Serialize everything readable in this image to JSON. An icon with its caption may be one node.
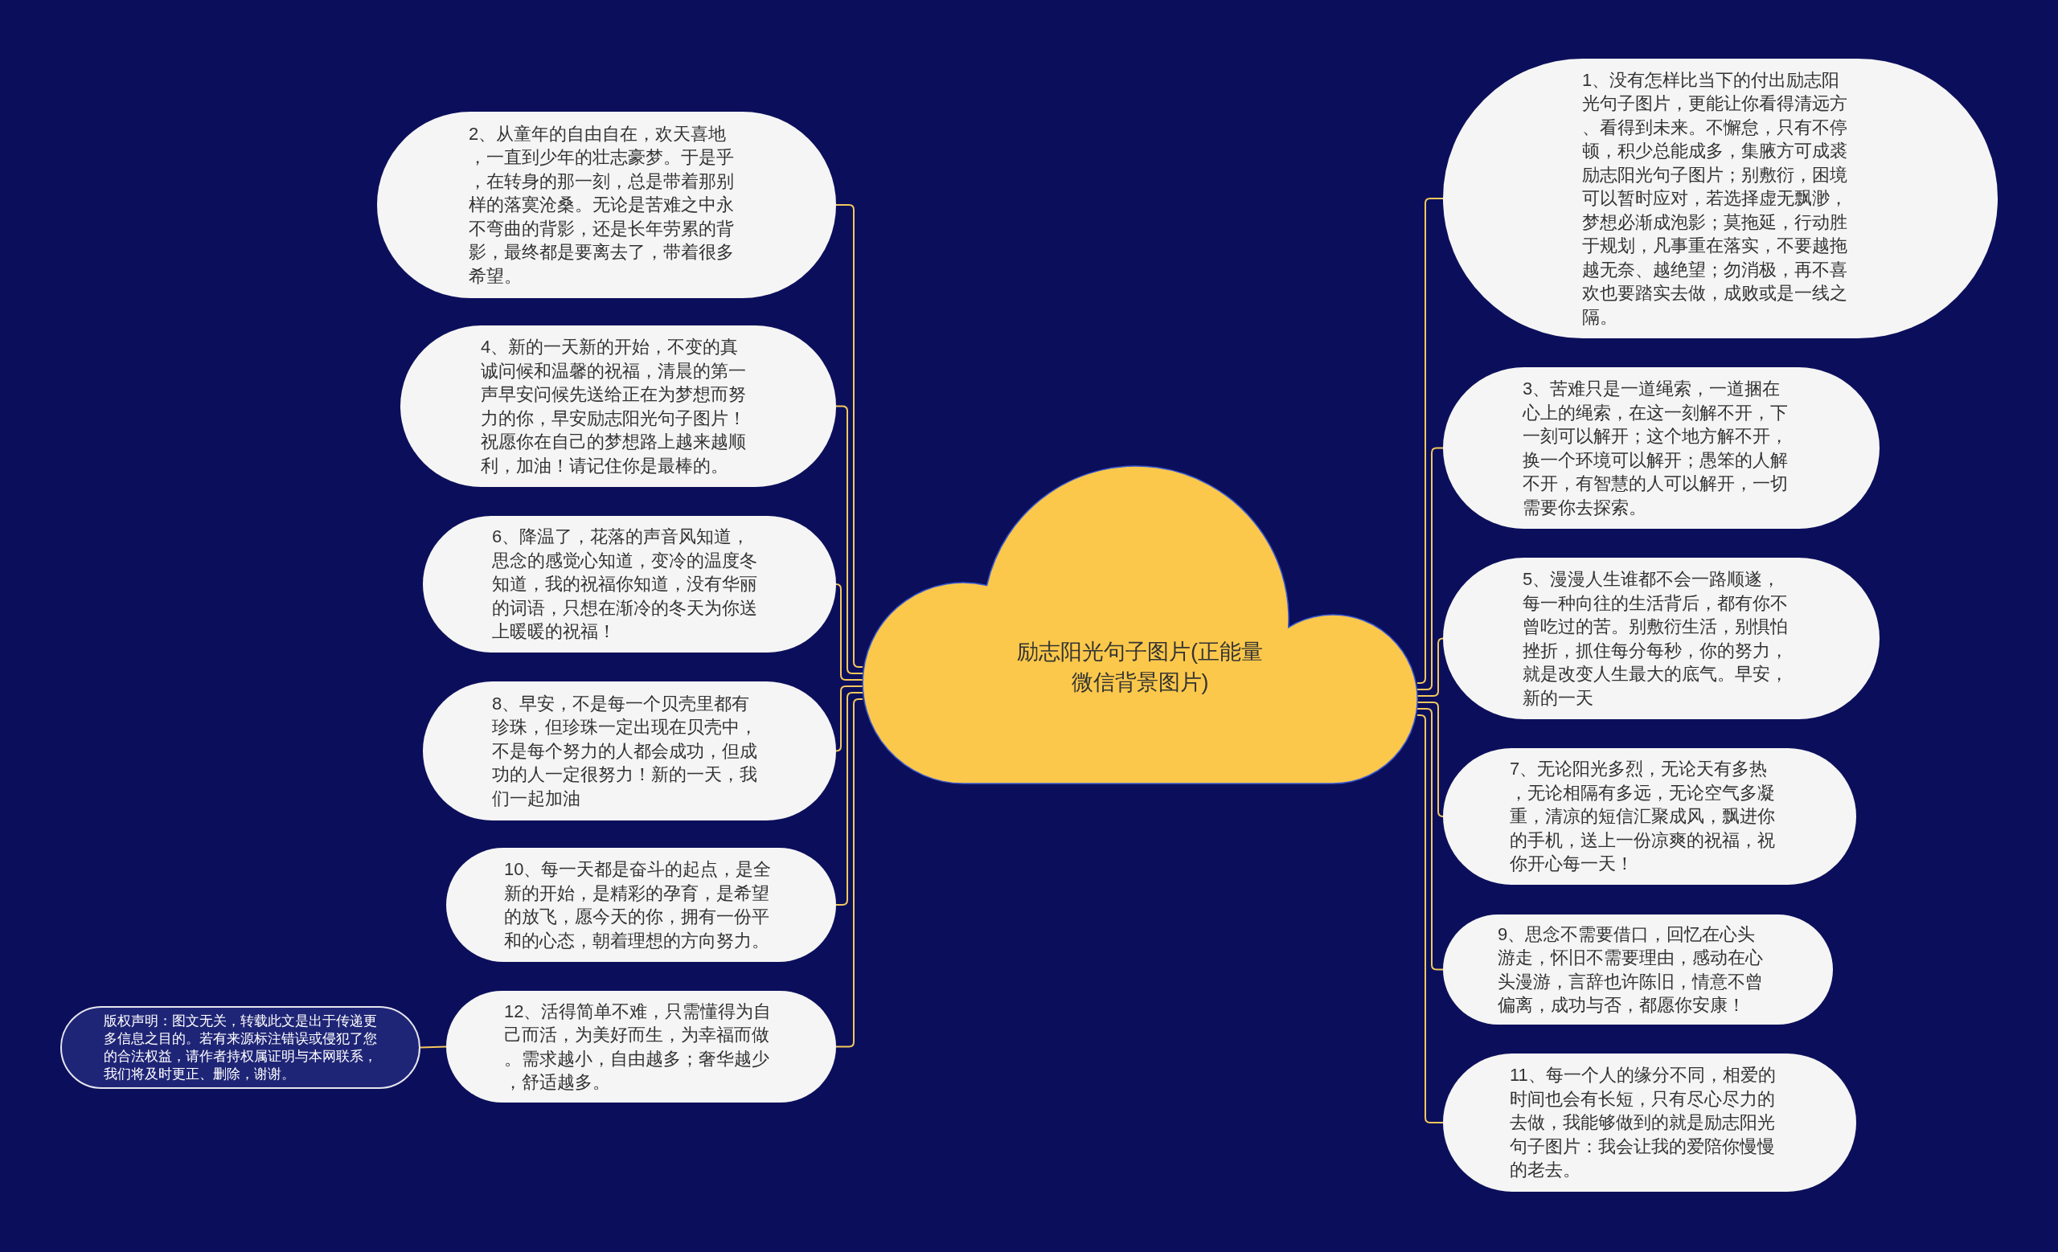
{
  "diagram": {
    "nodes": [
      {
        "text": [
          "励志阳光句子图片(正能量微信背景图片)"
        ]
      },
      {
        "text": [
          "1、没有怎样比当下的付出励志阳光句子图片，更能让你看得清远方、看得到未来。不懈怠，只有不停顿，积少总能成多，集腋方可成裘励志阳光句子图片；别敷衍，困境可以暂时应对，若选择虚无飘渺，梦想必渐成泡影；莫拖延，行动胜于规划，凡事重在落实，不要越拖越无奈、越绝望；勿消极，再不喜欢也要踏实去做，成败或是一线之隔。"
        ]
      },
      {
        "text": [
          "2、从童年的自由自在，欢天喜地，一直到少年的壮志豪梦。于是乎，在转身的那一刻，总是带着那别样的落寞沧桑。无论是苦难之中永不弯曲的背影，还是长年劳累的背影，最终都是要离去了，带着很多希望。"
        ]
      },
      {
        "text": [
          "3、苦难只是一道绳索，一道捆在心上的绳索，在这一刻解不开，下一刻可以解开；这个地方解不开，换一个环境可以解开；愚笨的人解不开，有智慧的人可以解开，一切需要你去探索。"
        ]
      },
      {
        "text": [
          "4、新的一天新的开始，不变的真诚问候和温馨的祝福，清晨的第一声早安问候先送给正在为梦想而努力的你，早安励志阳光句子图片！祝愿你在自己的梦想路上越来越顺利，加油！请记住你是最棒的。"
        ]
      },
      {
        "text": [
          "5、漫漫人生谁都不会一路顺遂，每一种向往的生活背后，都有你不曾吃过的苦。别敷衍生活，别惧怕挫折，抓住每分每秒，你的努力，就是改变人生最大的底气。早安，新的一天"
        ]
      },
      {
        "text": [
          "6、降温了，花落的声音风知道，思念的感觉心知道，变冷的温度冬知道，我的祝福你知道，没有华丽的词语，只想在渐冷的冬天为你送上暖暖的祝福！"
        ]
      },
      {
        "text": [
          "7、无论阳光多烈，无论天有多热，无论相隔有多远，无论空气多凝重，清凉的短信汇聚成风，飘进你的手机，送上一份凉爽的祝福，祝你开心每一天！"
        ]
      },
      {
        "text": [
          "8、早安，不是每一个贝壳里都有珍珠，但珍珠一定出现在贝壳中，不是每个努力的人都会成功，但成功的人一定很努力！新的一天，我们一起加油"
        ]
      },
      {
        "text": [
          "9、思念不需要借口，回忆在心头游走，怀旧不需要理由，感动在心头漫游，言辞也许陈旧，情意不曾偏离，成功与否，都愿你安康！"
        ]
      },
      {
        "text": [
          "10、每一天都是奋斗的起点，是全新的开始，是精彩的孕育，是希望的放飞，愿今天的你，拥有一份平和的心态，朝着理想的方向努力。"
        ]
      },
      {
        "text": [
          "11、每一个人的缘分不同，相爱的时间也会有长短，只有尽心尽力的去做，我能够做到的就是励志阳光句子图片：我会让我的爱陪你慢慢的老去。"
        ]
      },
      {
        "text": [
          "12、活得简单不难，只需懂得为自己而活，为美好而生，为幸福而做。需求越小，自由越多；奢华越少，舒适越多。"
        ]
      },
      {
        "text": [
          "版权声明：图文无关，转载此文是出于传递更多信息之目的。若有来源标注错误或侵犯了您的合法权益，请作者持权属证明与本网联系，我们将及时更正、删除，谢谢。"
        ]
      }
    ],
    "edges": [
      {
        "from": 0,
        "to": 1,
        "arrow": "none"
      },
      {
        "from": 0,
        "to": 2,
        "arrow": "none"
      },
      {
        "from": 0,
        "to": 3,
        "arrow": "none"
      },
      {
        "from": 0,
        "to": 4,
        "arrow": "none"
      },
      {
        "from": 0,
        "to": 5,
        "arrow": "none"
      },
      {
        "from": 0,
        "to": 6,
        "arrow": "none"
      },
      {
        "from": 0,
        "to": 7,
        "arrow": "none"
      },
      {
        "from": 0,
        "to": 8,
        "arrow": "none"
      },
      {
        "from": 0,
        "to": 9,
        "arrow": "none"
      },
      {
        "from": 0,
        "to": 10,
        "arrow": "none"
      },
      {
        "from": 0,
        "to": 11,
        "arrow": "none"
      },
      {
        "from": 0,
        "to": 12,
        "arrow": "none"
      },
      {
        "from": 12,
        "to": 13,
        "arrow": "none"
      }
    ]
  }
}
